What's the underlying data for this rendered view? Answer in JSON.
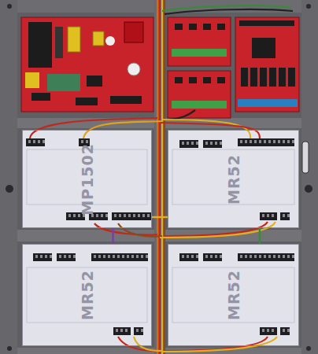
{
  "diagram": {
    "nodes": [
      {
        "text": [
          "MP1502"
        ]
      },
      {
        "text": [
          "MR52"
        ]
      },
      {
        "text": [
          "MR52"
        ]
      },
      {
        "text": [
          "MR52"
        ]
      }
    ],
    "edges": [
      {
        "from": 0,
        "to": 1,
        "arrow": "none"
      },
      {
        "from": 0,
        "to": 2,
        "arrow": "none"
      },
      {
        "from": 1,
        "to": 3,
        "arrow": "none"
      }
    ]
  }
}
